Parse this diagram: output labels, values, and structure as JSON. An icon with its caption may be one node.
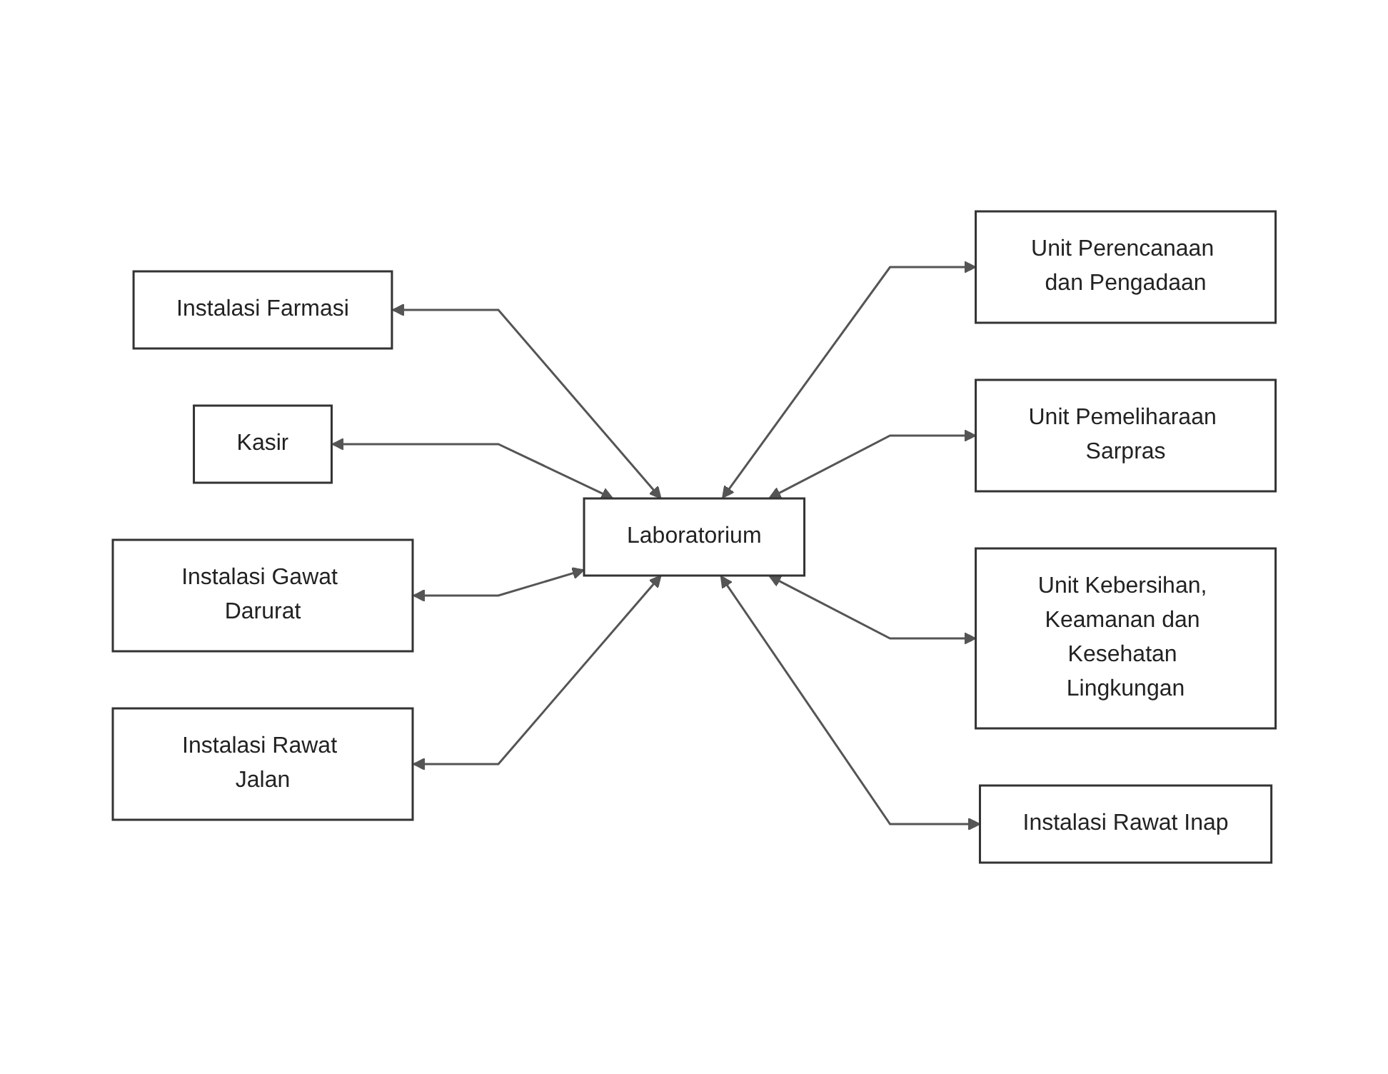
{
  "diagram": {
    "nodes": [
      {
        "text": [
          "Instalasi Farmasi"
        ]
      },
      {
        "text": [
          "Kasir"
        ]
      },
      {
        "text": [
          "Instalasi Gawat Darurat"
        ]
      },
      {
        "text": [
          "Instalasi Rawat Jalan"
        ]
      },
      {
        "text": [
          "Laboratorium"
        ]
      },
      {
        "text": [
          "Unit Perencanaan dan Pengadaan"
        ]
      },
      {
        "text": [
          "Unit Pemeliharaan Sarpras"
        ]
      },
      {
        "text": [
          "Unit Kebersihan, Keamanan dan Kesehatan Lingkungan"
        ]
      },
      {
        "text": [
          "Instalasi Rawat Inap"
        ]
      }
    ],
    "edges": [
      {
        "from": 0,
        "to": 4,
        "arrow": "both"
      },
      {
        "from": 1,
        "to": 4,
        "arrow": "both"
      },
      {
        "from": 2,
        "to": 4,
        "arrow": "both"
      },
      {
        "from": 3,
        "to": 4,
        "arrow": "both"
      },
      {
        "from": 4,
        "to": 5,
        "arrow": "both"
      },
      {
        "from": 4,
        "to": 6,
        "arrow": "both"
      },
      {
        "from": 4,
        "to": 7,
        "arrow": "both"
      },
      {
        "from": 4,
        "to": 8,
        "arrow": "both"
      }
    ]
  }
}
